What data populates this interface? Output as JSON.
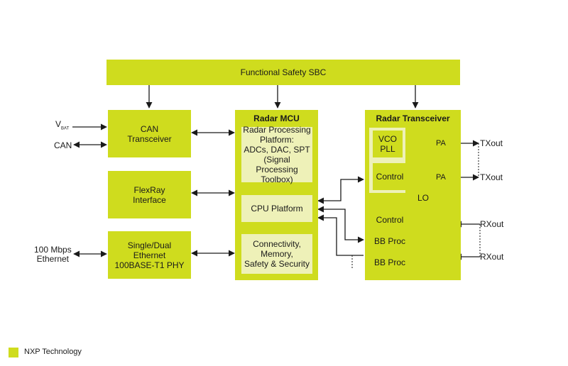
{
  "colors": {
    "block": "#cfdc1e",
    "inner": "#eef1b8",
    "line": "#1a1a1a"
  },
  "sbc": "Functional Safety SBC",
  "can_transceiver": "CAN\nTransceiver",
  "flexray": "FlexRay\nInterface",
  "ethernet_phy": "Single/Dual\nEthernet\n100BASE-T1 PHY",
  "mcu": {
    "title": "Radar MCU",
    "processing": "Radar Processing\nPlatform:\nADCs, DAC, SPT\n(Signal Processing\nToolbox)",
    "cpu": "CPU Platform",
    "connectivity": "Connectivity,\nMemory,\nSafety & Security"
  },
  "transceiver": {
    "title": "Radar Transceiver",
    "vco": "VCO\nPLL",
    "control_top": "Control",
    "lo": "LO",
    "pa1": "PA",
    "pa2": "PA",
    "control_rx": "Control",
    "bb1": "BB Proc",
    "bb2": "BB Proc"
  },
  "ext": {
    "vbat_main": "V",
    "vbat_sub": "BAT",
    "can": "CAN",
    "eth": "100 Mbps\nEthernet",
    "txout1": "TXout",
    "txout2": "TXout",
    "rxout1": "RXout",
    "rxout2": "RXout"
  },
  "legend": "NXP Technology"
}
